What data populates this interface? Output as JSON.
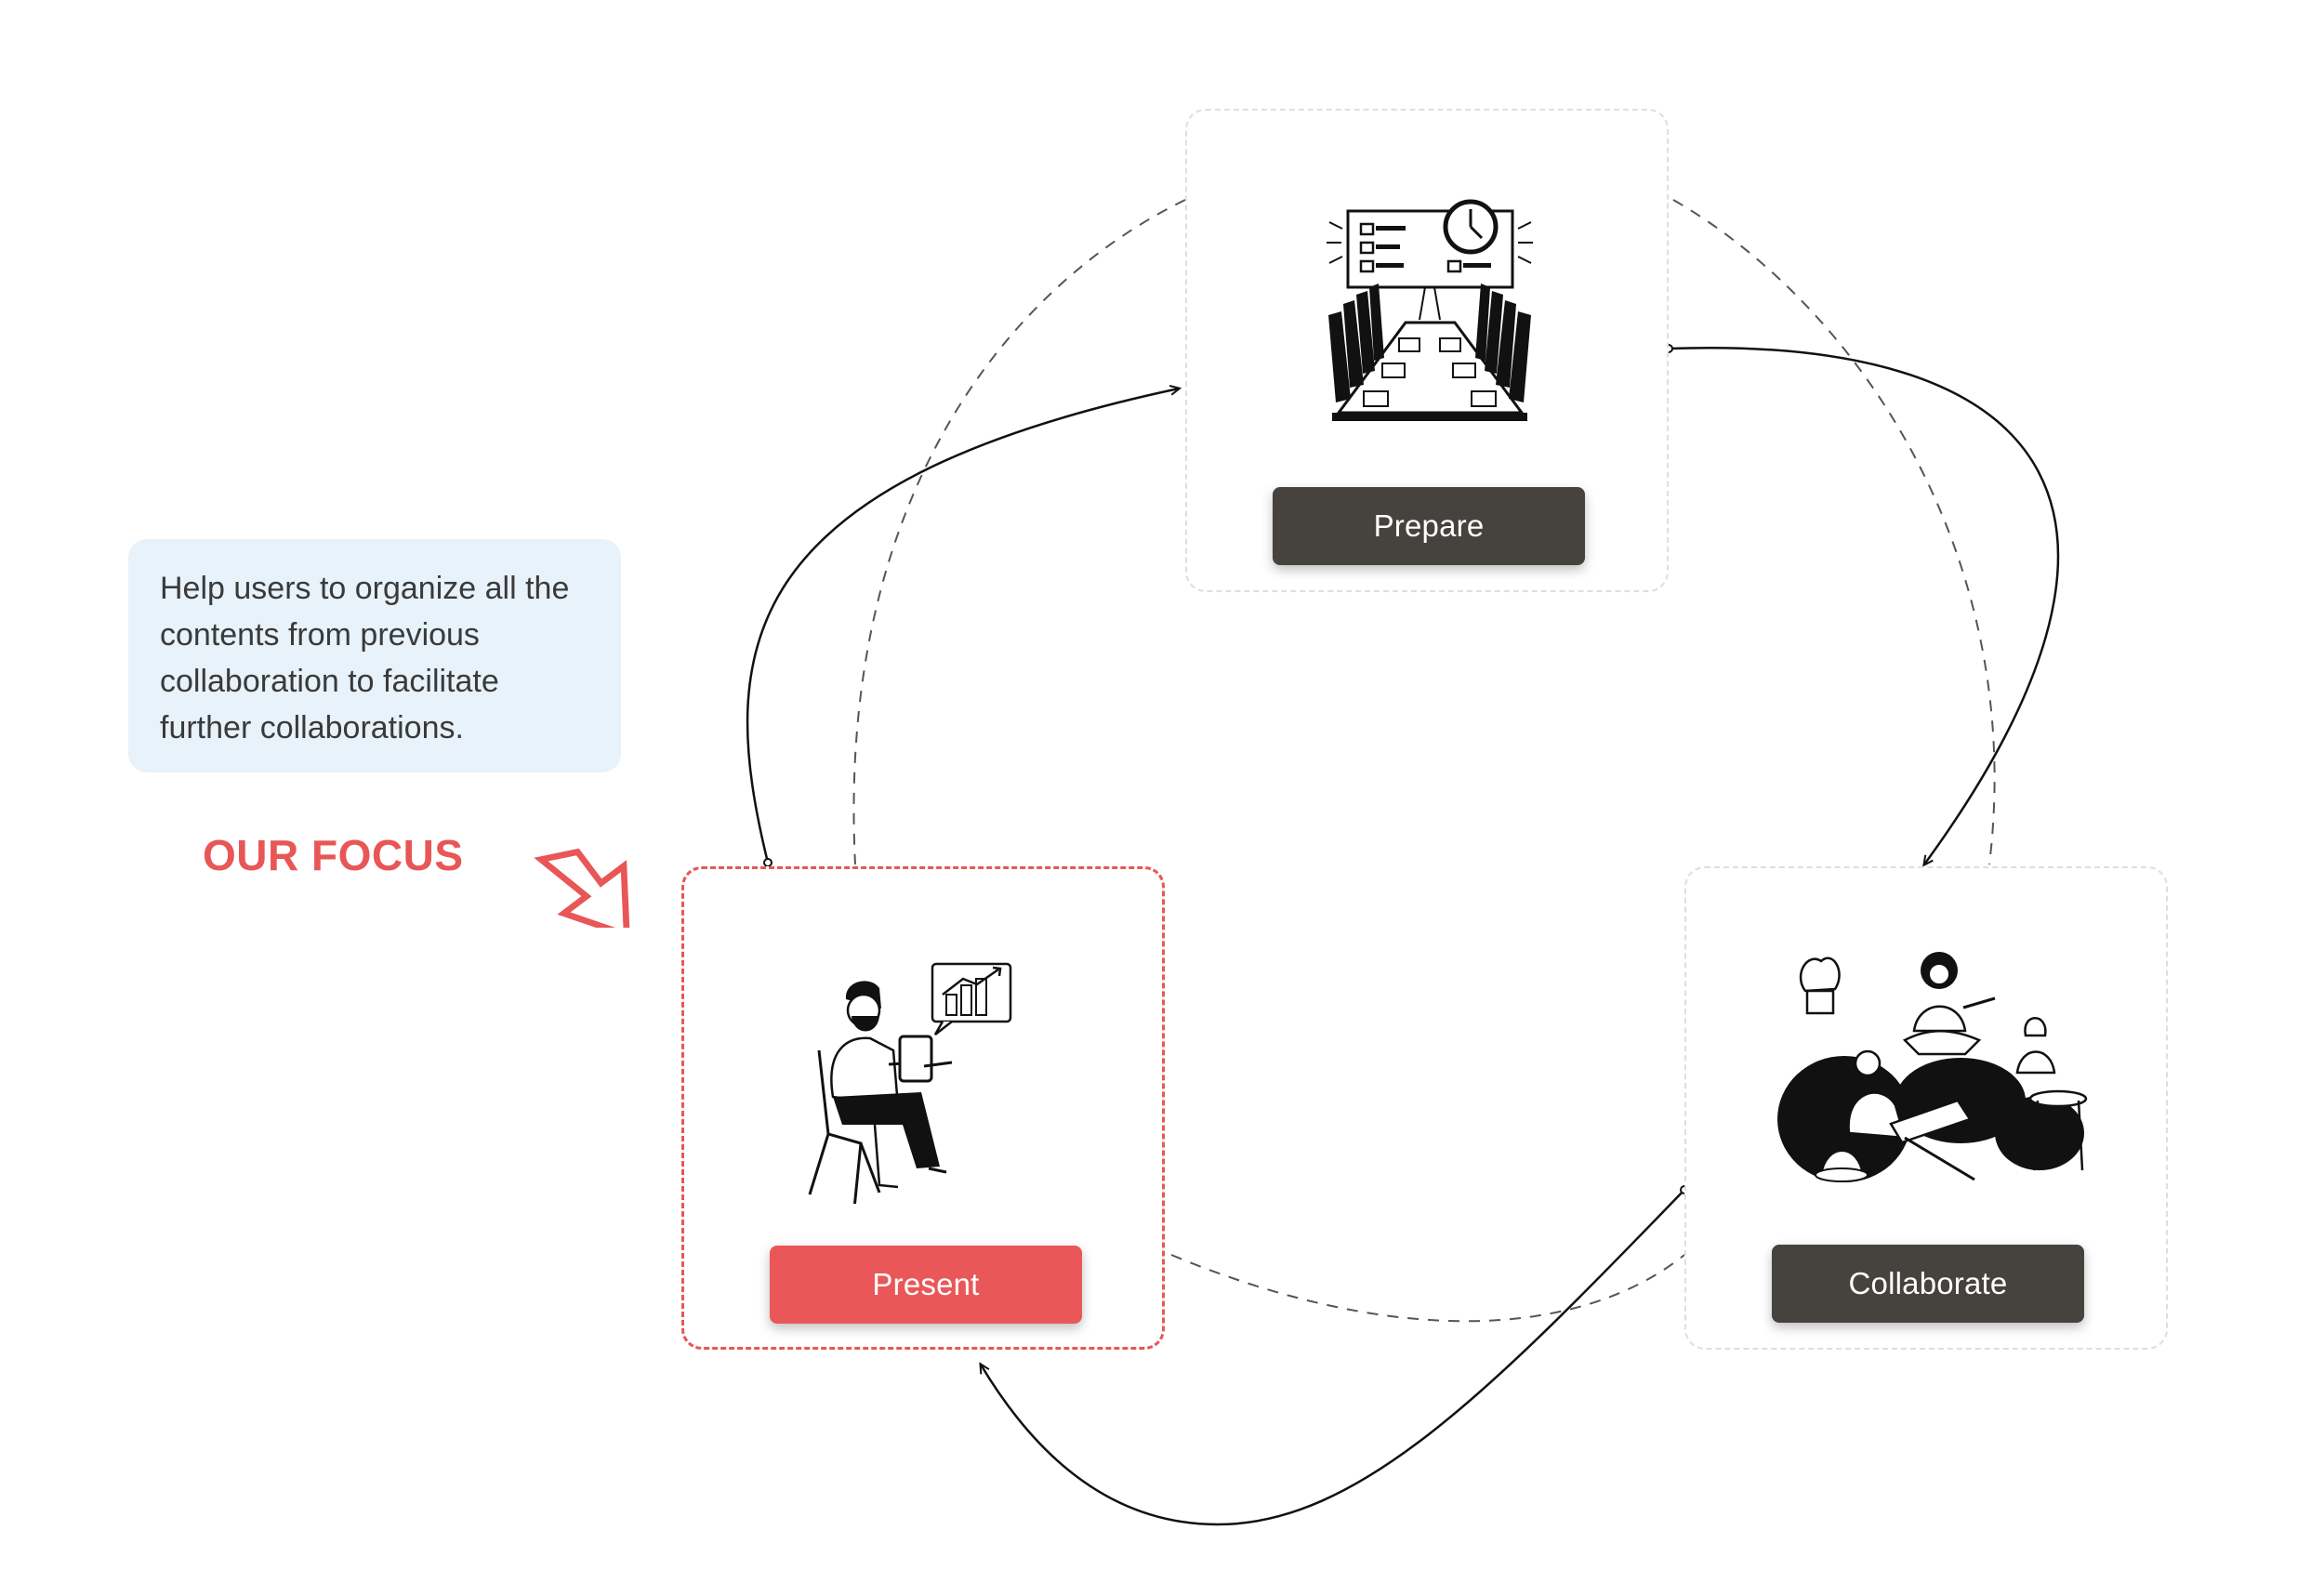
{
  "stages": {
    "prepare": {
      "label": "Prepare",
      "icon": "meeting-room-illustration"
    },
    "collaborate": {
      "label": "Collaborate",
      "icon": "team-collaboration-illustration"
    },
    "present": {
      "label": "Present",
      "icon": "presenter-illustration",
      "highlighted": true
    }
  },
  "note": {
    "text": "Help users to organize all the contents from previous collaboration to facilitate further collaborations."
  },
  "focus": {
    "label": "OUR FOCUS",
    "icon": "arrow-icon"
  },
  "colors": {
    "accent": "#ea5758",
    "button_dark": "#46423e",
    "note_background": "#e7f2fb",
    "card_border": "#dedede",
    "connector": "#111111"
  }
}
